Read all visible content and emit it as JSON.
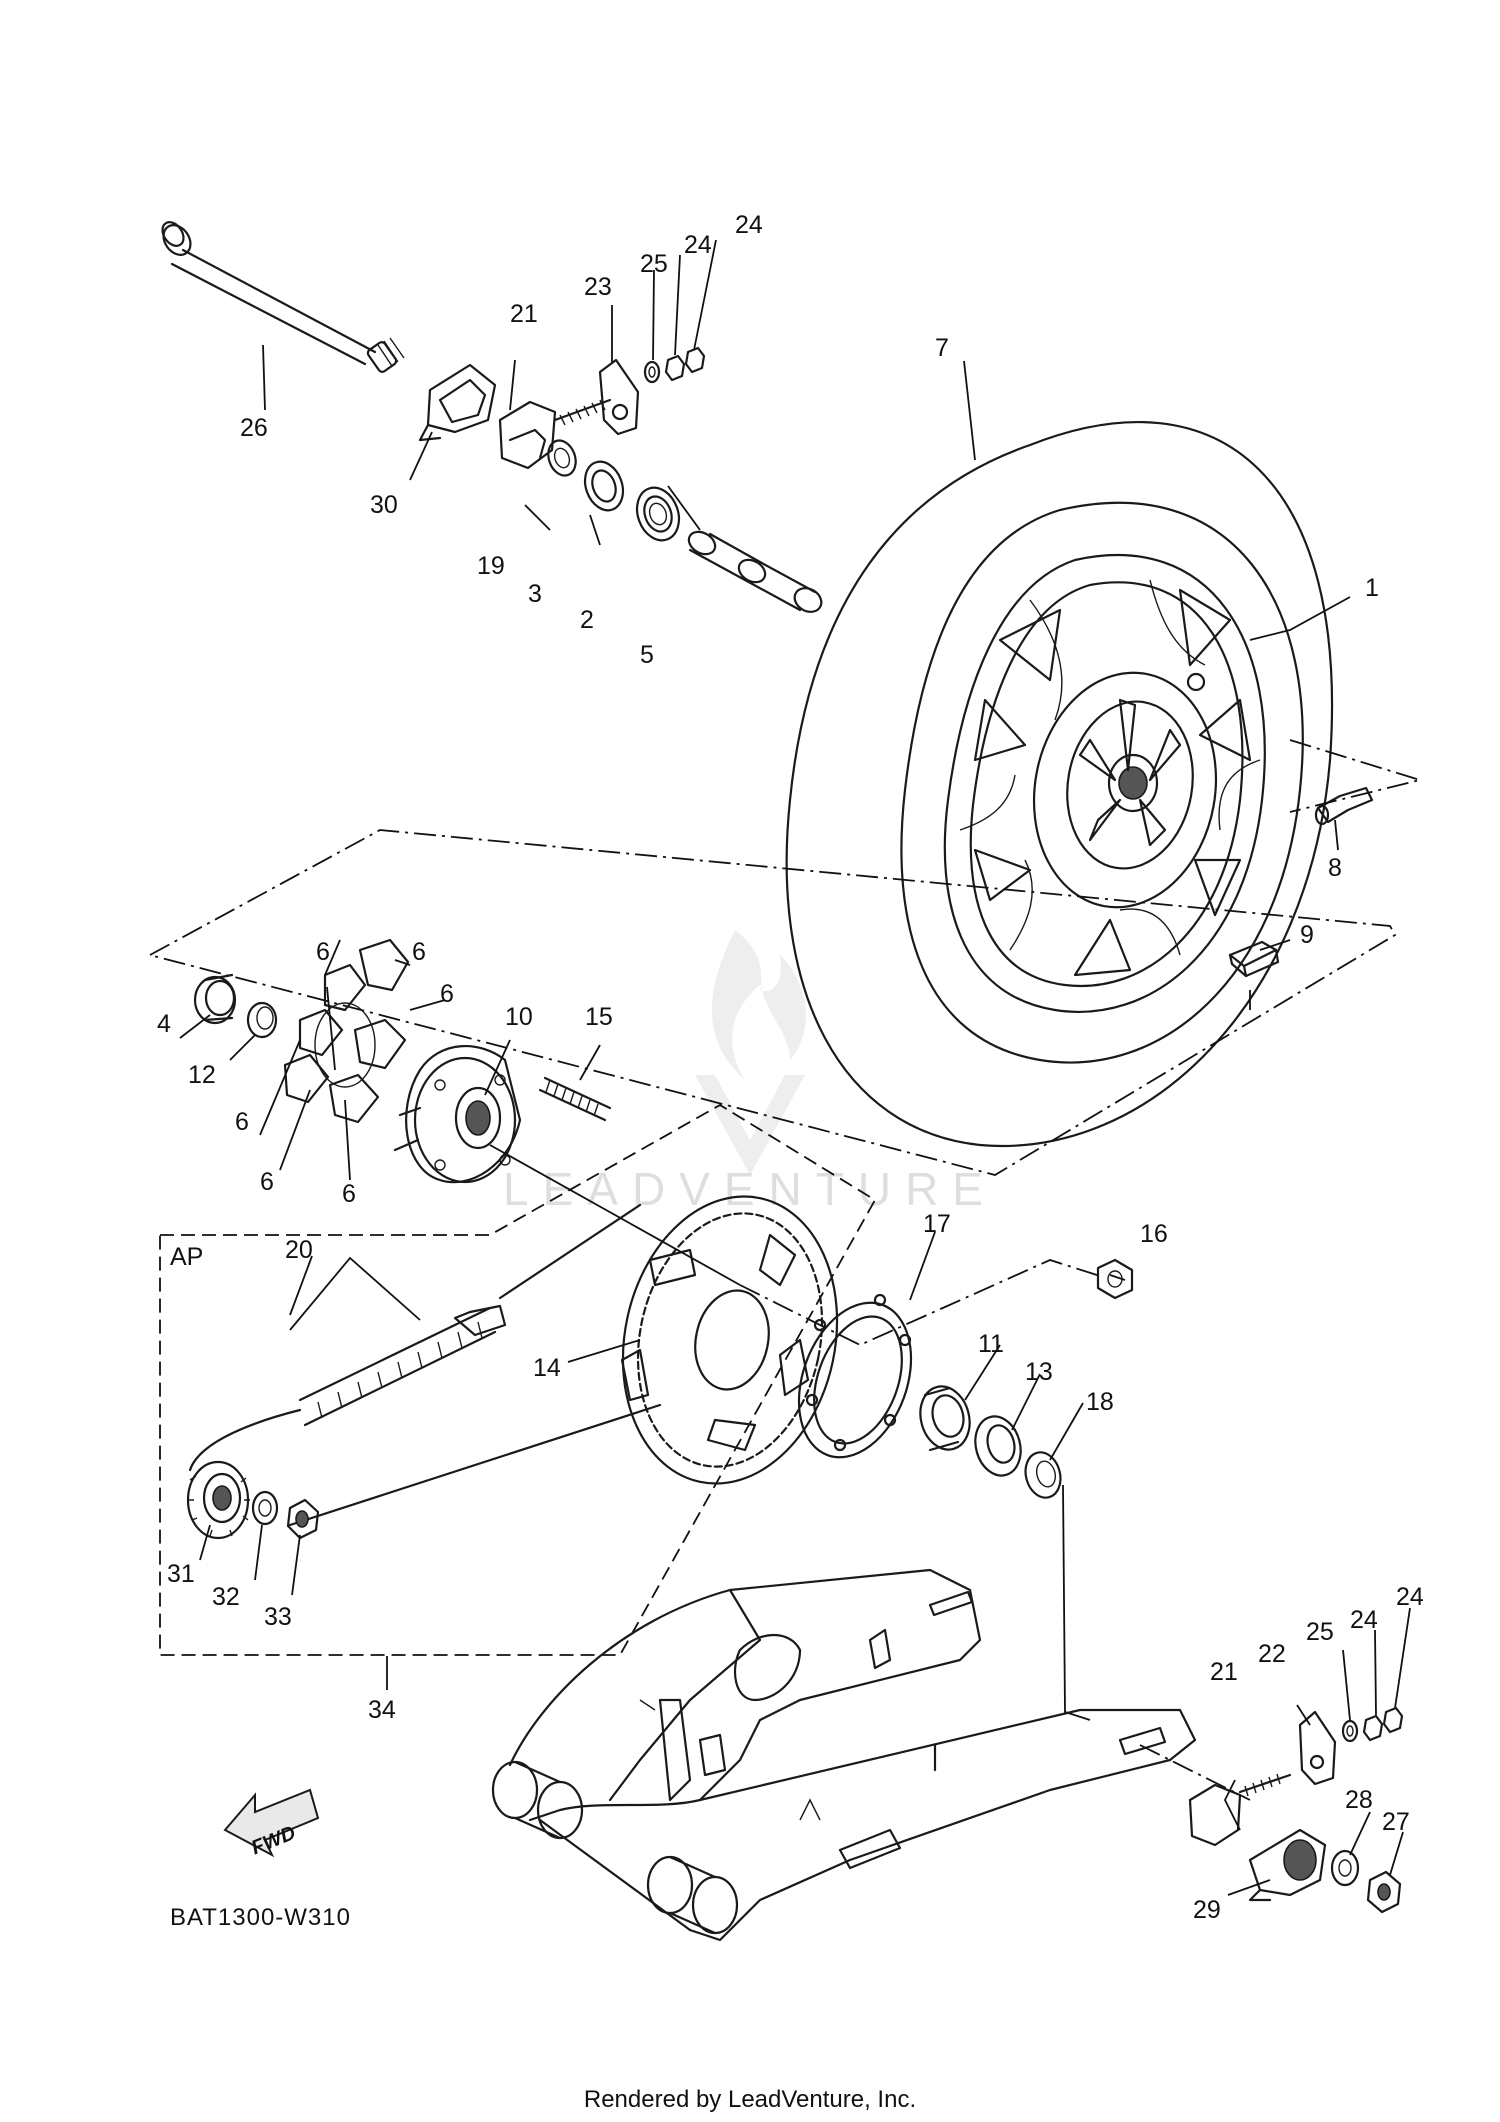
{
  "diagram_code": "BAT1300-W310",
  "footer": "Rendered by LeadVenture, Inc.",
  "watermark": "LEADVENTURE",
  "group_label": "AP",
  "fwd_label": "FWD",
  "callouts": {
    "c1": "1",
    "c2": "2",
    "c3": "3",
    "c4": "4",
    "c5": "5",
    "c6a": "6",
    "c6b": "6",
    "c6c": "6",
    "c6d": "6",
    "c6e": "6",
    "c6f": "6",
    "c7": "7",
    "c8": "8",
    "c9": "9",
    "c10": "10",
    "c11": "11",
    "c12": "12",
    "c13": "13",
    "c14": "14",
    "c15": "15",
    "c16": "16",
    "c17": "17",
    "c18": "18",
    "c19": "19",
    "c20": "20",
    "c21a": "21",
    "c21b": "21",
    "c22": "22",
    "c23": "23",
    "c24a": "24",
    "c24b": "24",
    "c24c": "24",
    "c24d": "24",
    "c25a": "25",
    "c25b": "25",
    "c26": "26",
    "c27": "27",
    "c28": "28",
    "c29": "29",
    "c30": "30",
    "c31": "31",
    "c32": "32",
    "c33": "33",
    "c34": "34"
  }
}
